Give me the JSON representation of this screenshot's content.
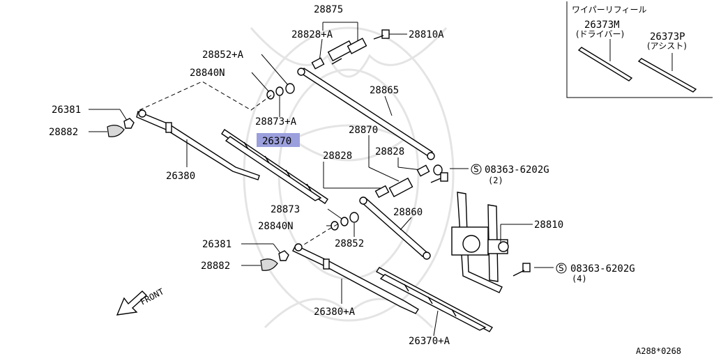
{
  "diagram": {
    "highlight_color": "#9b9fdc",
    "ink_color": "#000000",
    "labels": {
      "p28875": "28875",
      "p28828a": "28828+A",
      "p28810a": "28810A",
      "p28852a": "28852+A",
      "p28840n_top": "28840N",
      "p26381_top": "26381",
      "p28882_top": "28882",
      "p28873a": "28873+A",
      "p28865": "28865",
      "p26370": "26370",
      "p28870": "28870",
      "p28828_l": "28828",
      "p28828_r": "28828",
      "p26380": "26380",
      "s08363_top": "08363-6202G",
      "s08363_top_qty": "(2)",
      "p28873": "28873",
      "p28860": "28860",
      "p28840n_bot": "28840N",
      "p28852": "28852",
      "p28810": "28810",
      "p26381_bot": "26381",
      "p28882_bot": "28882",
      "s08363_bot": "08363-6202G",
      "s08363_bot_qty": "(4)",
      "p26380a": "26380+A",
      "p26370a": "26370+A",
      "front": "FRONT",
      "code": "A288*0268",
      "s_mark": "S"
    },
    "inset": {
      "title": "ワイパーリフィール",
      "driver_part": "26373M",
      "driver_note": "(ドライバー)",
      "assist_part": "26373P",
      "assist_note": "(アシスト)"
    }
  }
}
